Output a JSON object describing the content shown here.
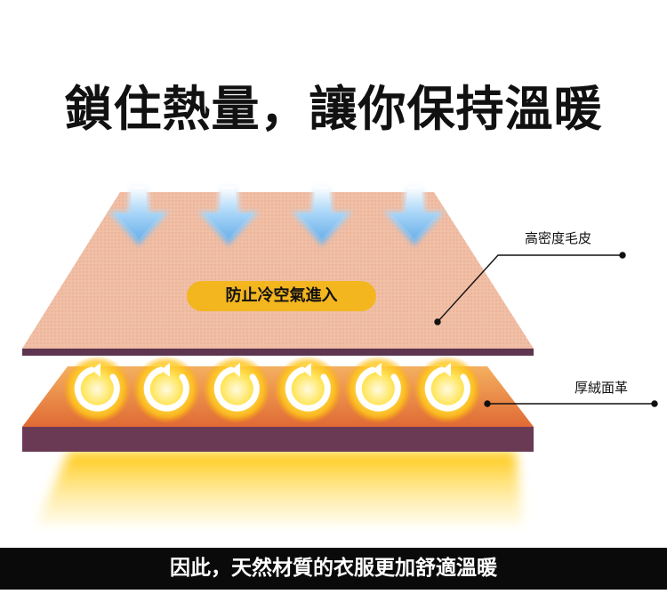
{
  "headline": "鎖住熱量，讓你保持溫暖",
  "labels": {
    "top_layer": "高密度毛皮",
    "bottom_layer": "厚絨面革"
  },
  "badge": "防止冷空氣進入",
  "footer": "因此，天然材質的衣服更加舒適溫暖",
  "icons": {
    "cold_air": "cold-air-arrow-icon",
    "heat": "heat-swirl-icon"
  },
  "colors": {
    "top_layer": "#f0bfa6",
    "top_layer_edge": "#5d3550",
    "bottom_layer": "#f08a3a",
    "bottom_layer_edge": "#6a3a55",
    "badge": "#f3b61f",
    "cold_air": "#8fc6f2",
    "heat_glow": "#ffd23a",
    "footer_bg": "#0a0a0a"
  }
}
